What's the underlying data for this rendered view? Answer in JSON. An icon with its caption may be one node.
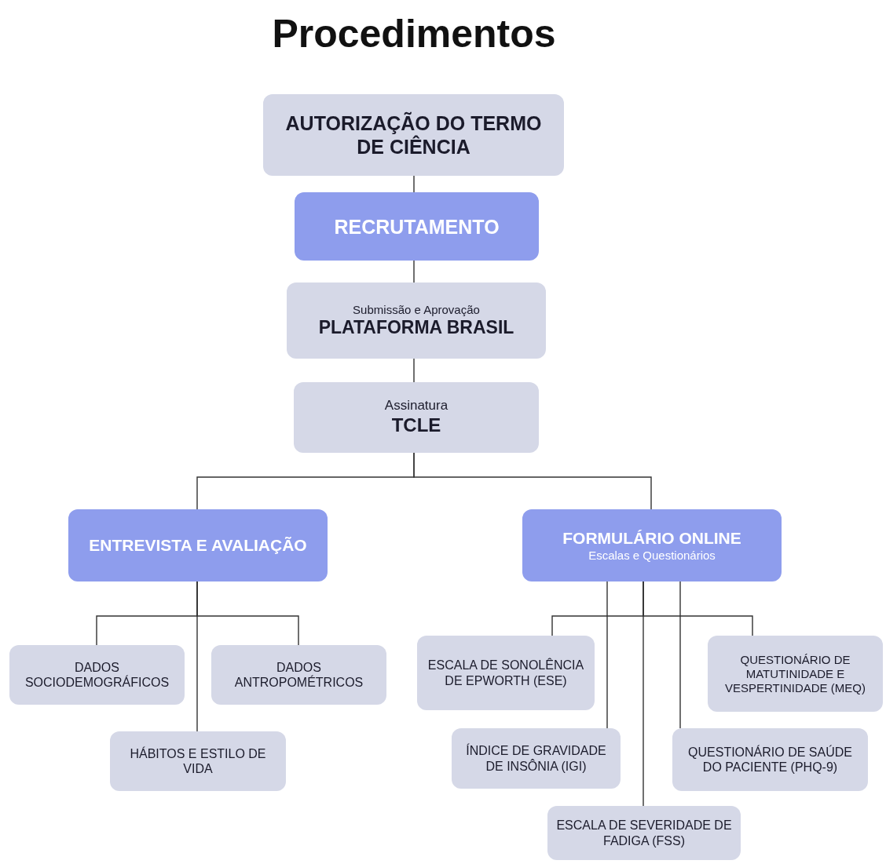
{
  "diagram": {
    "title": "Procedimentos",
    "nodes": [
      {
        "text": [
          "AUTORIZAÇÃO DO TERMO DE CIÊNCIA"
        ]
      },
      {
        "text": [
          "RECRUTAMENTO"
        ]
      },
      {
        "text": [
          "Submissão e Aprovação",
          "PLATAFORMA BRASIL"
        ]
      },
      {
        "text": [
          "Assinatura",
          "TCLE"
        ]
      },
      {
        "text": [
          "ENTREVISTA E AVALIAÇÃO"
        ]
      },
      {
        "text": [
          "FORMULÁRIO ONLINE",
          "Escalas e Questionários"
        ]
      },
      {
        "text": [
          "DADOS SOCIODEMOGRÁFICOS"
        ]
      },
      {
        "text": [
          "DADOS ANTROPOMÉTRICOS"
        ]
      },
      {
        "text": [
          "HÁBITOS E ESTILO DE VIDA"
        ]
      },
      {
        "text": [
          "ESCALA DE SONOLÊNCIA DE EPWORTH (ESE)"
        ]
      },
      {
        "text": [
          "QUESTIONÁRIO DE MATUTINIDADE E VESPERTINIDADE (MEQ)"
        ]
      },
      {
        "text": [
          "ÍNDICE DE GRAVIDADE DE INSÔNIA (IGI)"
        ]
      },
      {
        "text": [
          "QUESTIONÁRIO DE SAÚDE DO PACIENTE (PHQ-9)"
        ]
      },
      {
        "text": [
          "ESCALA DE SEVERIDADE DE FADIGA (FSS)"
        ]
      }
    ],
    "edges": [
      {
        "from": 0,
        "to": 1,
        "arrow": "none"
      },
      {
        "from": 1,
        "to": 2,
        "arrow": "none"
      },
      {
        "from": 2,
        "to": 3,
        "arrow": "none"
      },
      {
        "from": 3,
        "to": 4,
        "arrow": "none"
      },
      {
        "from": 3,
        "to": 5,
        "arrow": "none"
      },
      {
        "from": 4,
        "to": 6,
        "arrow": "none"
      },
      {
        "from": 4,
        "to": 7,
        "arrow": "none"
      },
      {
        "from": 4,
        "to": 8,
        "arrow": "none"
      },
      {
        "from": 5,
        "to": 9,
        "arrow": "none"
      },
      {
        "from": 5,
        "to": 10,
        "arrow": "none"
      },
      {
        "from": 5,
        "to": 11,
        "arrow": "none"
      },
      {
        "from": 5,
        "to": 12,
        "arrow": "none"
      },
      {
        "from": 5,
        "to": 13,
        "arrow": "none"
      }
    ]
  }
}
